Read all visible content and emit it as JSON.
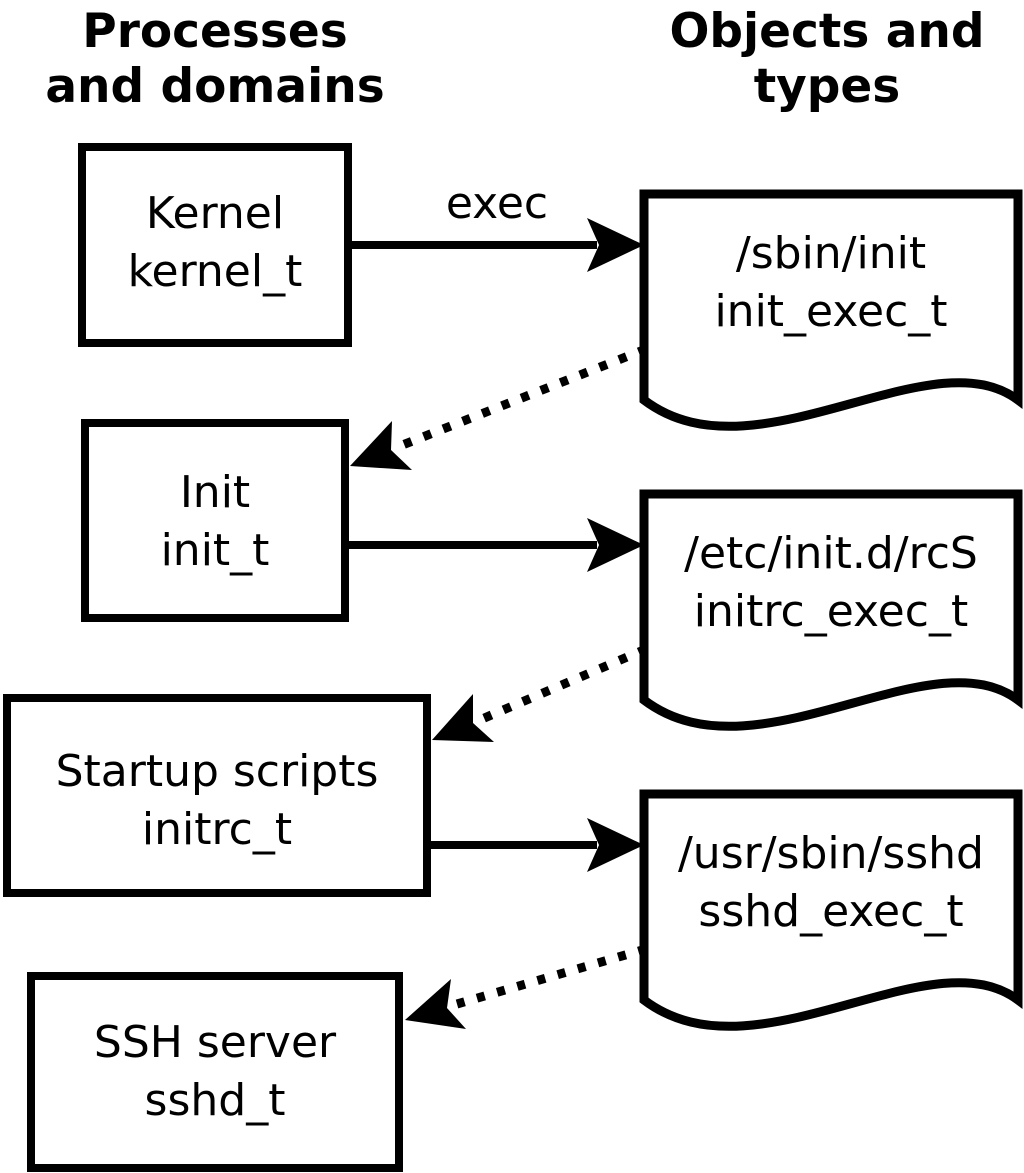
{
  "diagram": {
    "headers": {
      "left_line1": "Processes",
      "left_line2": "and domains",
      "right_line1": "Objects and",
      "right_line2": "types"
    },
    "exec_label": "exec",
    "processes": [
      {
        "name": "Kernel",
        "type": "kernel_t"
      },
      {
        "name": "Init",
        "type": "init_t"
      },
      {
        "name": "Startup scripts",
        "type": "initrc_t"
      },
      {
        "name": "SSH server",
        "type": "sshd_t"
      }
    ],
    "objects": [
      {
        "path": "/sbin/init",
        "type": "init_exec_t"
      },
      {
        "path": "/etc/init.d/rcS",
        "type": "initrc_exec_t"
      },
      {
        "path": "/usr/sbin/sshd",
        "type": "sshd_exec_t"
      }
    ],
    "colors": {
      "ink": "#000000",
      "background": "#ffffff"
    }
  }
}
